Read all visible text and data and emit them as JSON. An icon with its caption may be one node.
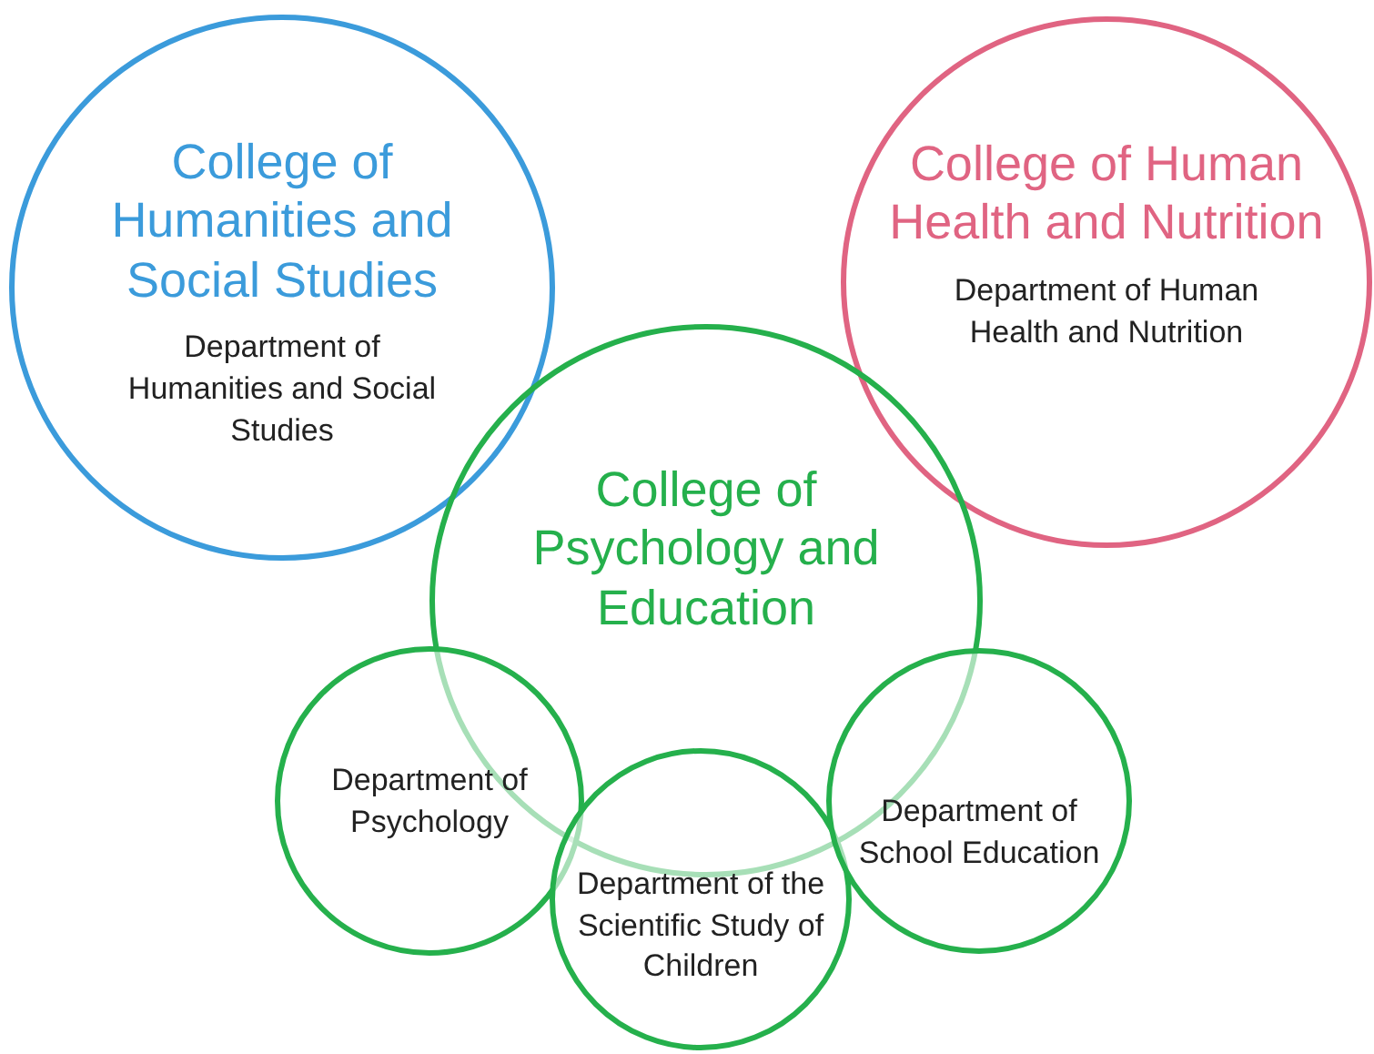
{
  "diagram": {
    "nodes": [
      {
        "text": [
          "College of Humanities and Social Studies",
          "Department of Humanities and Social Studies"
        ]
      },
      {
        "text": [
          "College of Human Health and Nutrition",
          "Department of Human Health and Nutrition"
        ]
      },
      {
        "text": [
          "College of Psychology and Education"
        ]
      },
      {
        "text": [
          "Department of Psychology"
        ]
      },
      {
        "text": [
          "Department of the Scientific Study of Children"
        ]
      },
      {
        "text": [
          "Department of School Education"
        ]
      }
    ]
  }
}
